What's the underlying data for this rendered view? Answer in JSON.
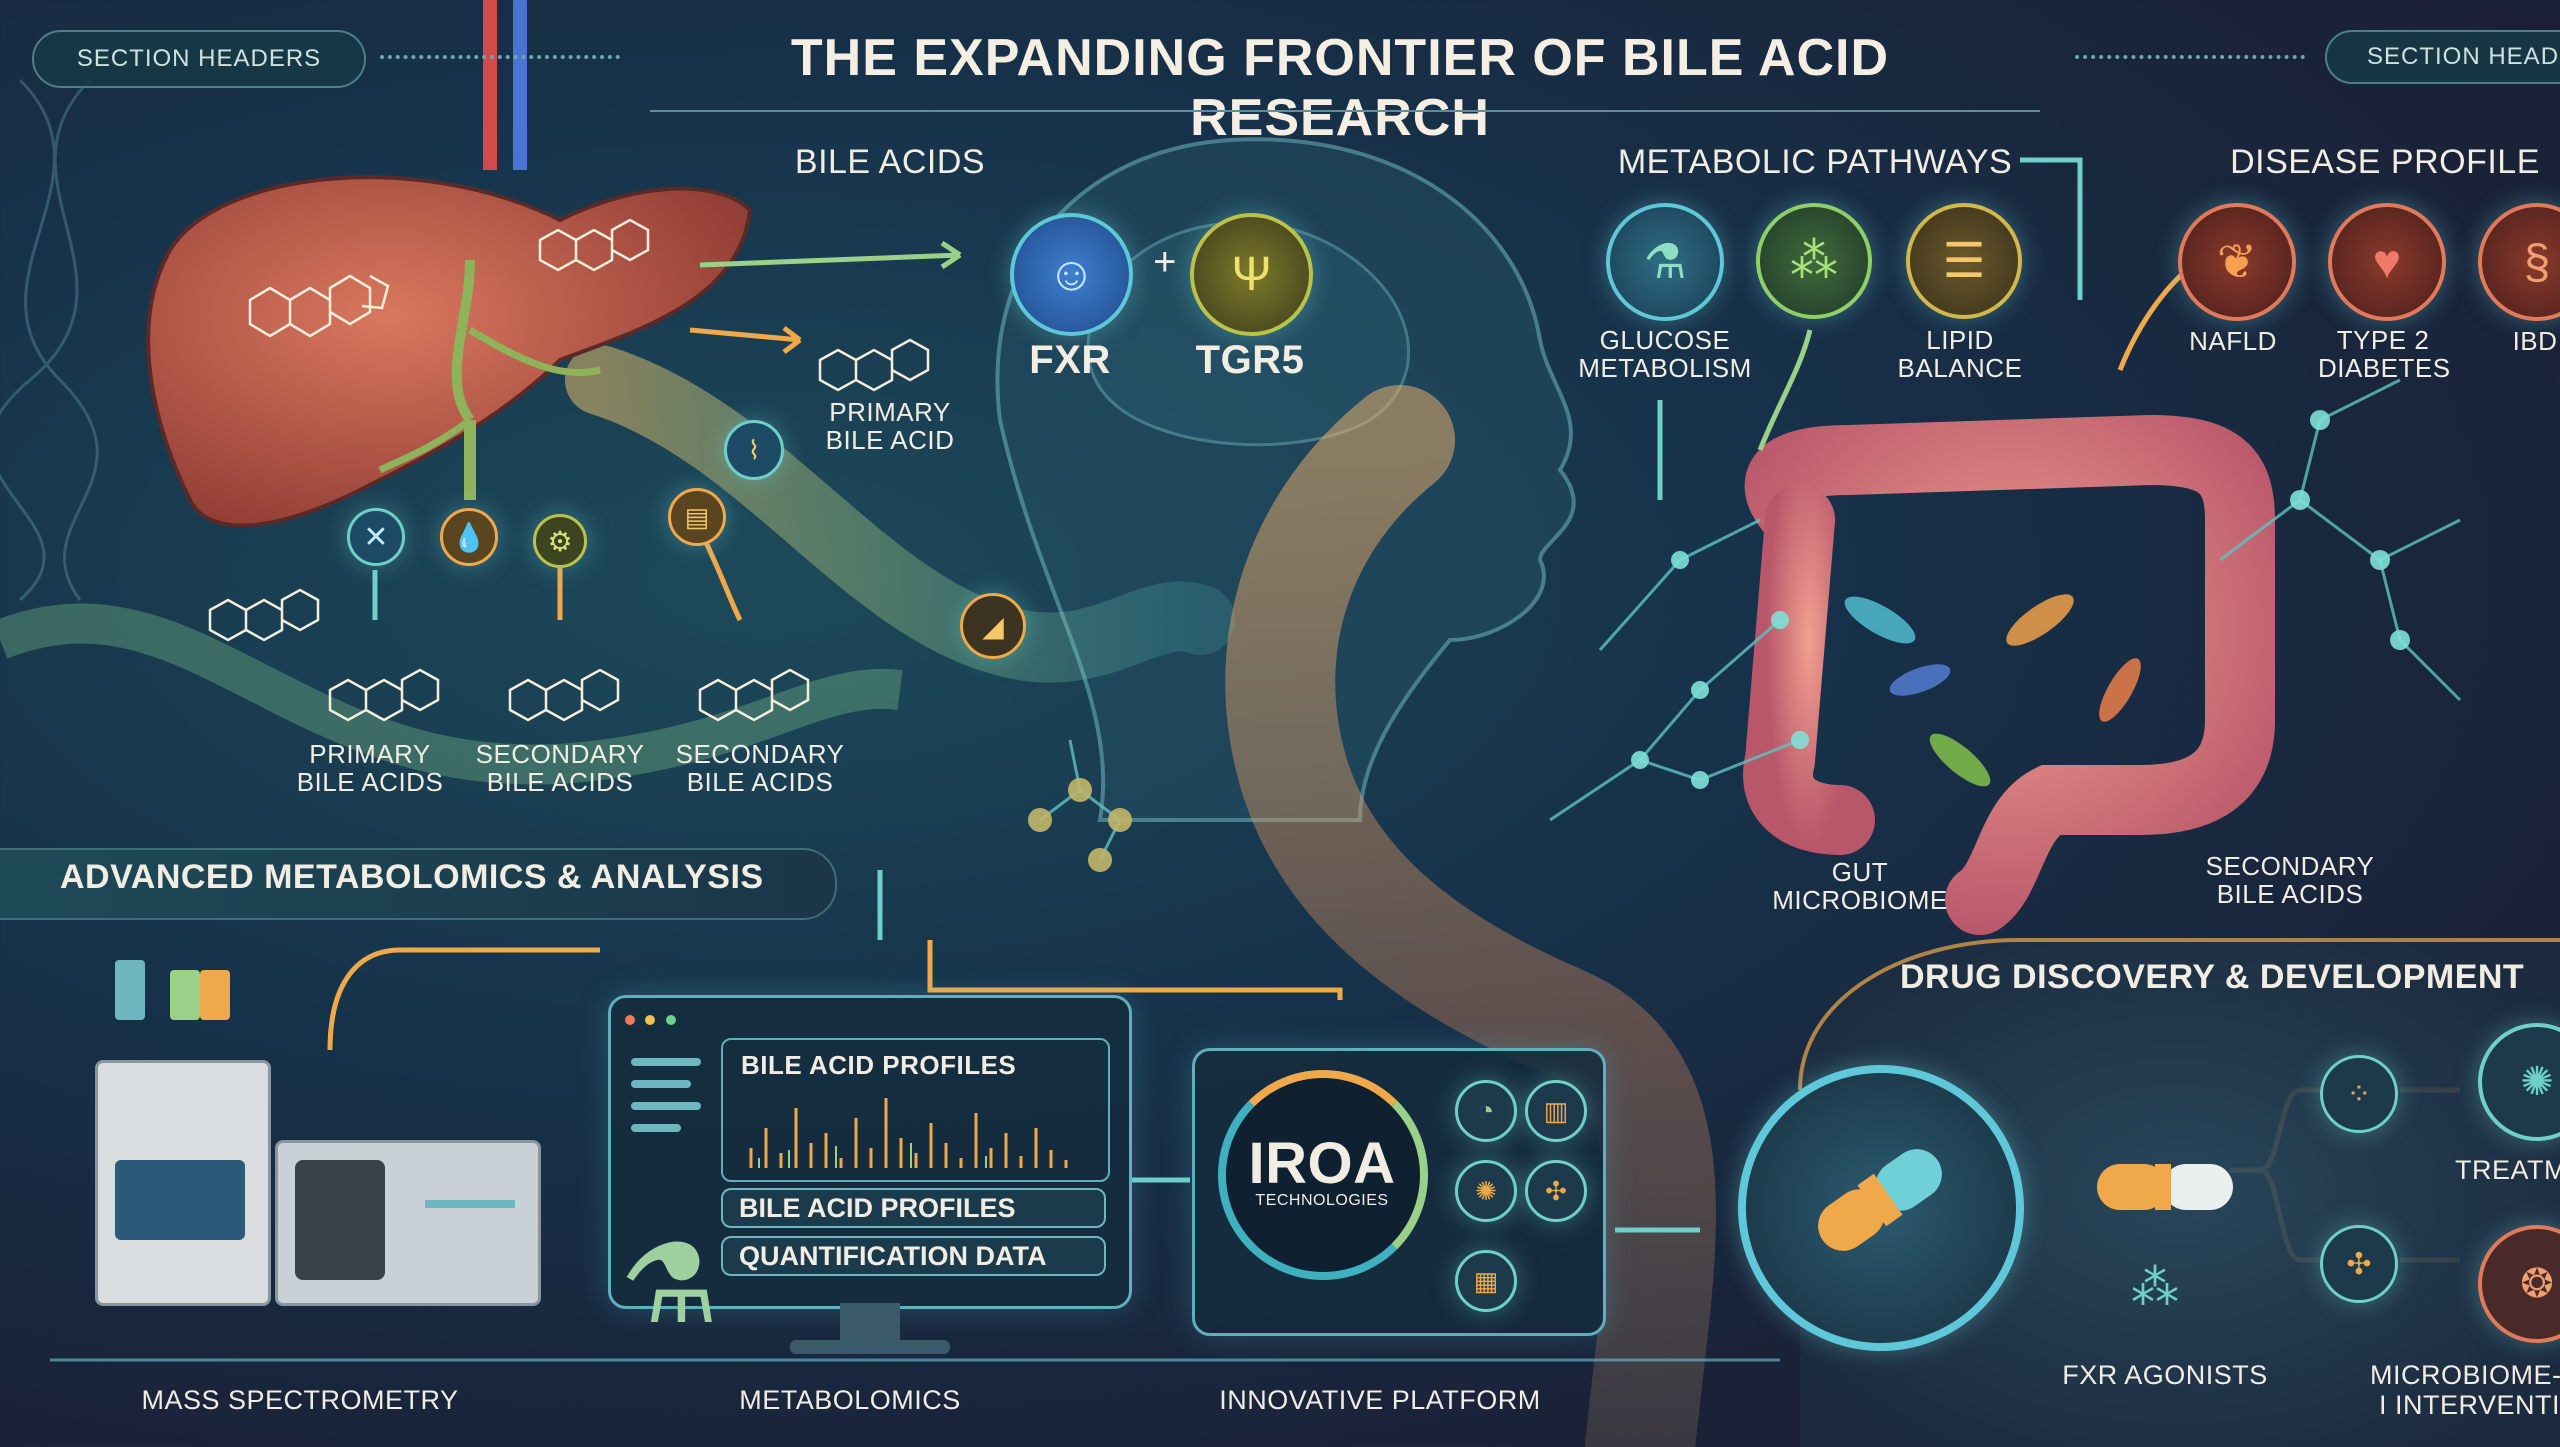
{
  "header": {
    "title": "THE EXPANDING FRONTIER OF BILE ACID RESEARCH",
    "section_left": "SECTION HEADERS",
    "section_right": "SECTION HEADE"
  },
  "top_left": {
    "bile_acids_header": "BILE ACIDS",
    "receptor_fxr": "FXR",
    "receptor_tgr5": "TGR5",
    "plus": "+",
    "primary_bile_acid_top": "PRIMARY BILE ACID",
    "bottom_labels": [
      "PRIMARY BILE ACIDS",
      "SECONDARY BILE ACIDS",
      "SECONDARY BILE ACIDS"
    ]
  },
  "metabolic": {
    "header": "METABOLIC PATHWAYS",
    "items": [
      "GLUCOSE METABOLISM",
      "LIPID BALANCE"
    ]
  },
  "disease": {
    "header": "DISEASE PROFILE",
    "items": [
      "NAFLD",
      "TYPE 2 DIABETES",
      "IBD"
    ]
  },
  "gut": {
    "microbiome": "GUT MICROBIOME",
    "secondary": "SECONDARY BILE ACIDS"
  },
  "analysis": {
    "header": "ADVANCED METABOLOMICS & ANALYSIS",
    "panel_title": "BILE ACID PROFILES",
    "bar1": "BILE ACID PROFILES",
    "bar2": "QUANTIFICATION DATA",
    "iroa_brand": "IROA",
    "iroa_sub": "TECHNOLOGIES",
    "bottom_labels": [
      "MASS SPECTROMETRY",
      "METABOLOMICS",
      "INNOVATIVE PLATFORM"
    ]
  },
  "drug": {
    "header": "DRUG DISCOVERY & DEVELOPMENT",
    "fxr_agonists": "FXR AGONISTS",
    "treatment": "TREATM",
    "microbiome_intervention": "MICROBIOME-I INTERVENTI"
  },
  "colors": {
    "teal": "#5fd3d0",
    "orange": "#f0a94a",
    "liver": "#b4503f",
    "gut": "#e88a78",
    "pink": "#d86a7a"
  }
}
